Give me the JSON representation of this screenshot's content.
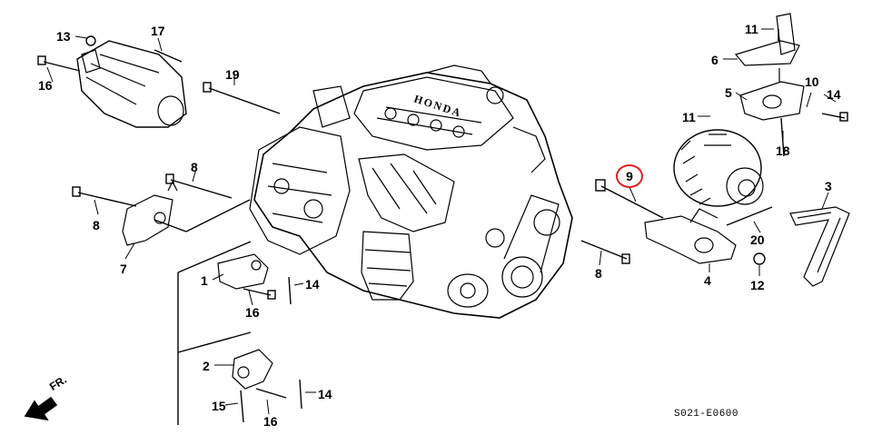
{
  "callouts": {
    "p1": "1",
    "p2": "2",
    "p3": "3",
    "p4": "4",
    "p5": "5",
    "p6": "6",
    "p7": "7",
    "p8a": "8",
    "p8b": "8",
    "p8c": "8",
    "p9": "9",
    "p10": "10",
    "p11a": "11",
    "p11b": "11",
    "p12": "12",
    "p13": "13",
    "p14a": "14",
    "p14b": "14",
    "p14c": "14",
    "p15": "15",
    "p16a": "16",
    "p16b": "16",
    "p16c": "16",
    "p17": "17",
    "p18": "18",
    "p19": "19",
    "p20": "20"
  },
  "diagram_code": "S021-E0600",
  "direction_label": "FR.",
  "highlight_color": "#e02020",
  "engine_brand": "HONDA",
  "icons": {
    "direction": "arrow-down-left-icon"
  }
}
